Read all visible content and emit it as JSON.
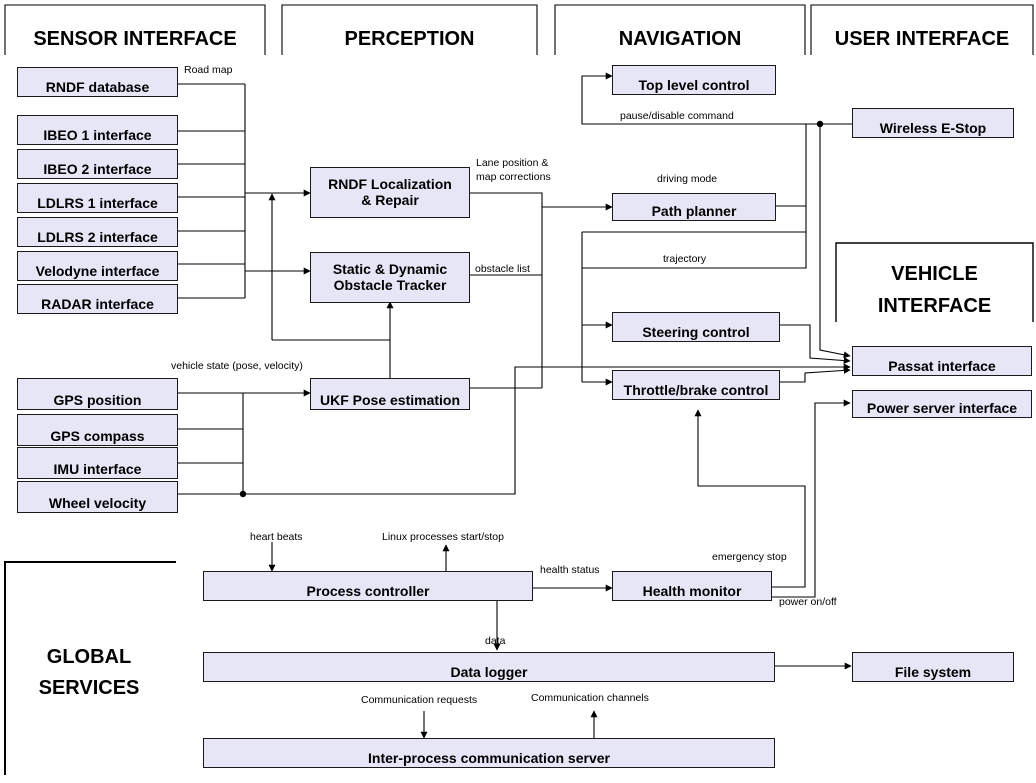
{
  "headers": {
    "sensor": "SENSOR INTERFACE",
    "perception": "PERCEPTION",
    "navigation": "NAVIGATION",
    "user": "USER INTERFACE",
    "vehicle": "VEHICLE\nINTERFACE",
    "global": "GLOBAL\nSERVICES"
  },
  "boxes": {
    "rndf_db": "RNDF database",
    "ibeo1": "IBEO 1 interface",
    "ibeo2": "IBEO 2 interface",
    "ldlrs1": "LDLRS 1 interface",
    "ldlrs2": "LDLRS 2 interface",
    "velodyne": "Velodyne interface",
    "radar": "RADAR interface",
    "gps_pos": "GPS position",
    "gps_comp": "GPS compass",
    "imu": "IMU interface",
    "wheel": "Wheel velocity",
    "rndf_loc": "RNDF Localization\n& Repair",
    "tracker": "Static & Dynamic\nObstacle Tracker",
    "ukf": "UKF Pose estimation",
    "top_ctrl": "Top level control",
    "path": "Path planner",
    "steer": "Steering control",
    "throttle": "Throttle/brake control",
    "estop": "Wireless E-Stop",
    "passat": "Passat interface",
    "power": "Power server interface",
    "proc": "Process controller",
    "health": "Health monitor",
    "logger": "Data logger",
    "fs": "File system",
    "ipc": "Inter-process communication server"
  },
  "labels": {
    "road_map": "Road map",
    "lane_pos": "Lane position &\nmap corrections",
    "obstacle_list": "obstacle list",
    "vehicle_state": "vehicle state (pose, velocity)",
    "pause": "pause/disable command",
    "driving_mode": "driving mode",
    "trajectory": "trajectory",
    "heart_beats": "heart beats",
    "linux": "Linux processes start/stop",
    "health_status": "health status",
    "emergency": "emergency stop",
    "power_onoff": "power on/off",
    "data": "data",
    "comm_req": "Communication requests",
    "comm_chan": "Communication channels"
  }
}
